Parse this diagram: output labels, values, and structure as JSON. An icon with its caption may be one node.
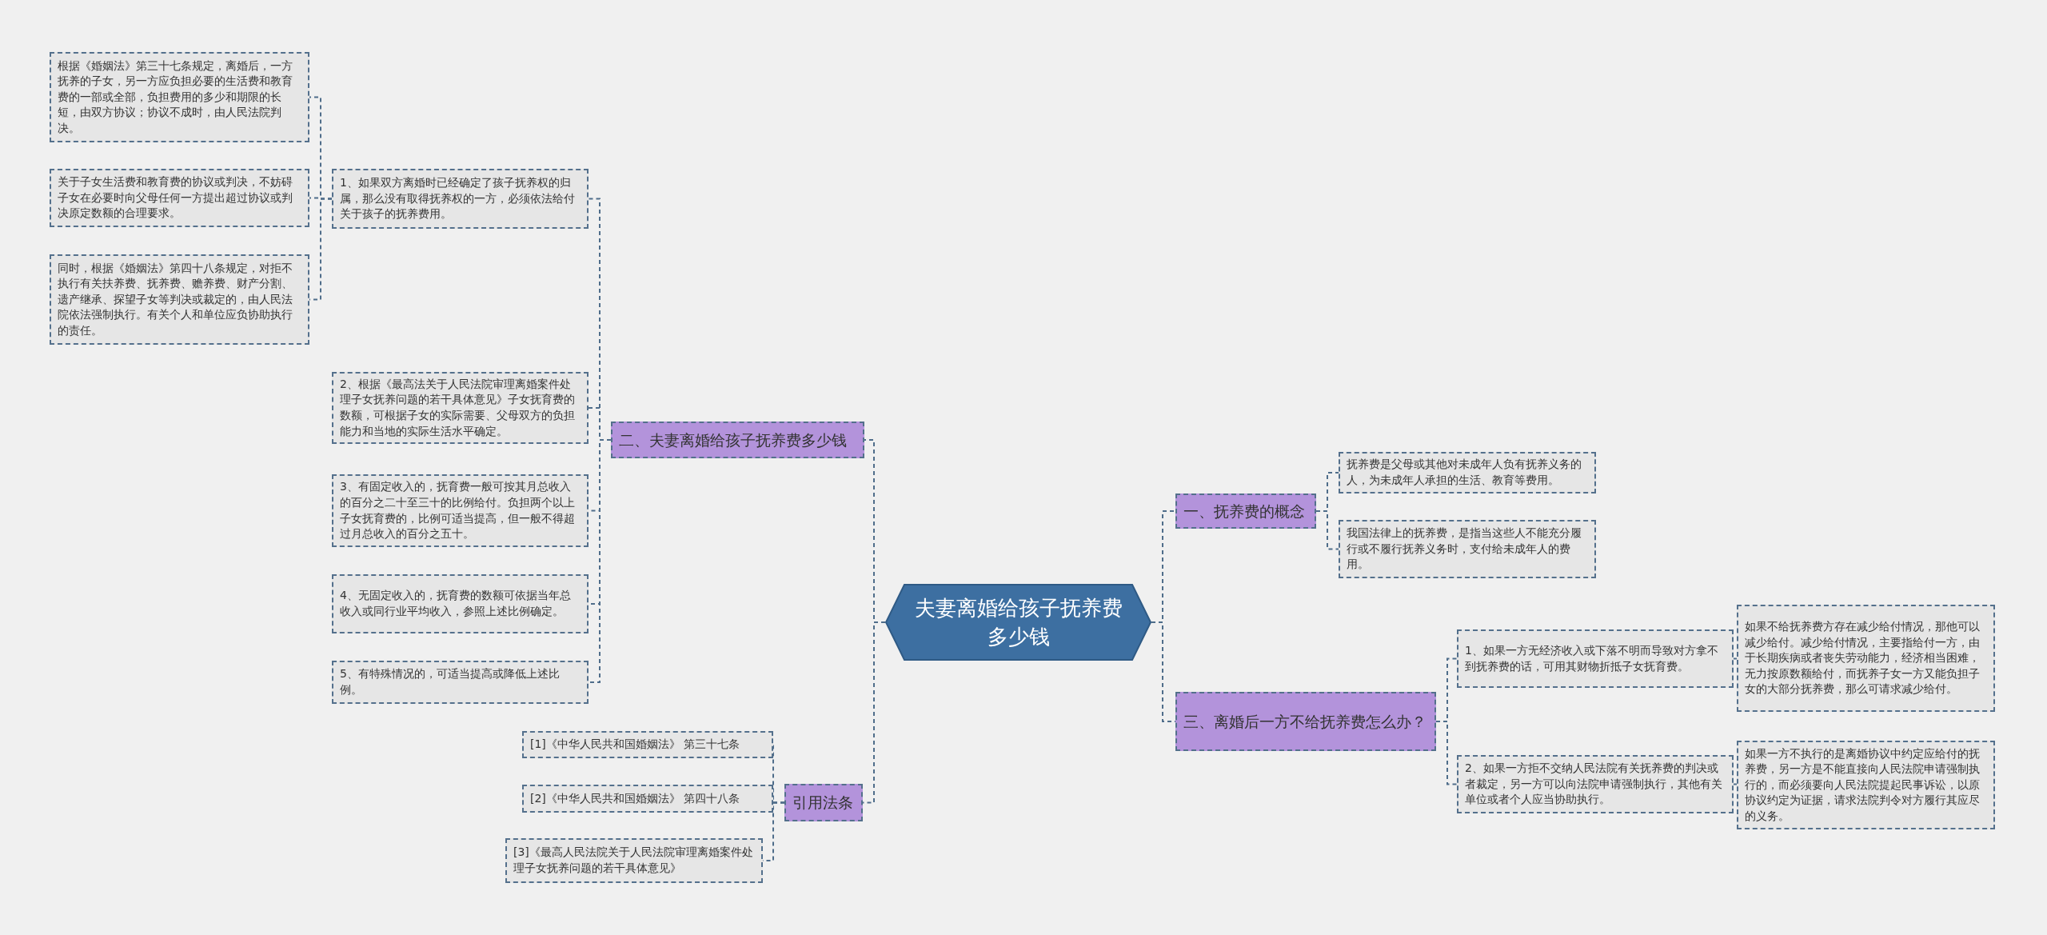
{
  "diagram": {
    "nodes": [
      {
        "text": [
          "夫妻离婚给孩子抚养费多少钱"
        ]
      },
      {
        "text": [
          "一、抚养费的概念"
        ]
      },
      {
        "text": [
          "抚养费是父母或其他对未成年人负有抚养义务的人，为未成年人承担的生活、教育等费用。"
        ]
      },
      {
        "text": [
          "我国法律上的抚养费，是指当这些人不能充分履行或不履行抚养义务时，支付给未成年人的费用。"
        ]
      },
      {
        "text": [
          "三、离婚后一方不给抚养费怎么办？"
        ]
      },
      {
        "text": [
          "1、如果一方无经济收入或下落不明而导致对方拿不到抚养费的话，可用其财物折抵子女抚育费。"
        ]
      },
      {
        "text": [
          "如果不给抚养费方存在减少给付情况，那他可以减少给付。减少给付情况，主要指给付一方，由于长期疾病或者丧失劳动能力，经济相当困难，无力按原数额给付，而抚养子女一方又能负担子女的大部分抚养费，那么可请求减少给付。"
        ]
      },
      {
        "text": [
          "2、如果一方拒不交纳人民法院有关抚养费的判决或者裁定，另一方可以向法院申请强制执行，其他有关单位或者个人应当协助执行。"
        ]
      },
      {
        "text": [
          "如果一方不执行的是离婚协议中约定应给付的抚养费，另一方是不能直接向人民法院申请强制执行的，而必须要向人民法院提起民事诉讼，以原协议约定为证据，请求法院判令对方履行其应尽的义务。"
        ]
      },
      {
        "text": [
          "二、夫妻离婚给孩子抚养费多少钱"
        ]
      },
      {
        "text": [
          "1、如果双方离婚时已经确定了孩子抚养权的归属，那么没有取得抚养权的一方，必须依法给付关于孩子的抚养费用。"
        ]
      },
      {
        "text": [
          "根据《婚姻法》第三十七条规定，离婚后，一方抚养的子女，另一方应负担必要的生活费和教育费的一部或全部，负担费用的多少和期限的长短，由双方协议；协议不成时，由人民法院判决。"
        ]
      },
      {
        "text": [
          "关于子女生活费和教育费的协议或判决，不妨碍子女在必要时向父母任何一方提出超过协议或判决原定数额的合理要求。"
        ]
      },
      {
        "text": [
          "同时，根据《婚姻法》第四十八条规定，对拒不执行有关扶养费、抚养费、赡养费、财产分割、遗产继承、探望子女等判决或裁定的，由人民法院依法强制执行。有关个人和单位应负协助执行的责任。"
        ]
      },
      {
        "text": [
          "2、根据《最高法关于人民法院审理离婚案件处理子女抚养问题的若干具体意见》子女抚育费的数额，可根据子女的实际需要、父母双方的负担能力和当地的实际生活水平确定。"
        ]
      },
      {
        "text": [
          "3、有固定收入的，抚育费一般可按其月总收入的百分之二十至三十的比例给付。负担两个以上子女抚育费的，比例可适当提高，但一般不得超过月总收入的百分之五十。"
        ]
      },
      {
        "text": [
          "4、无固定收入的，抚育费的数额可依据当年总收入或同行业平均收入，参照上述比例确定。"
        ]
      },
      {
        "text": [
          "5、有特殊情况的，可适当提高或降低上述比例。"
        ]
      },
      {
        "text": [
          "引用法条"
        ]
      },
      {
        "text": [
          "[1]《中华人民共和国婚姻法》 第三十七条"
        ]
      },
      {
        "text": [
          "[2]《中华人民共和国婚姻法》 第四十八条"
        ]
      },
      {
        "text": [
          "[3]《最高人民法院关于人民法院审理离婚案件处理子女抚养问题的若干具体意见》"
        ]
      }
    ],
    "edges": [
      {
        "from": 0,
        "to": 1,
        "arrow": "none"
      },
      {
        "from": 1,
        "to": 2,
        "arrow": "none"
      },
      {
        "from": 1,
        "to": 3,
        "arrow": "none"
      },
      {
        "from": 0,
        "to": 4,
        "arrow": "none"
      },
      {
        "from": 4,
        "to": 5,
        "arrow": "none"
      },
      {
        "from": 5,
        "to": 6,
        "arrow": "none"
      },
      {
        "from": 4,
        "to": 7,
        "arrow": "none"
      },
      {
        "from": 7,
        "to": 8,
        "arrow": "none"
      },
      {
        "from": 0,
        "to": 9,
        "arrow": "none"
      },
      {
        "from": 9,
        "to": 10,
        "arrow": "none"
      },
      {
        "from": 10,
        "to": 11,
        "arrow": "none"
      },
      {
        "from": 10,
        "to": 12,
        "arrow": "none"
      },
      {
        "from": 10,
        "to": 13,
        "arrow": "none"
      },
      {
        "from": 9,
        "to": 14,
        "arrow": "none"
      },
      {
        "from": 9,
        "to": 15,
        "arrow": "none"
      },
      {
        "from": 9,
        "to": 16,
        "arrow": "none"
      },
      {
        "from": 9,
        "to": 17,
        "arrow": "none"
      },
      {
        "from": 0,
        "to": 18,
        "arrow": "none"
      },
      {
        "from": 18,
        "to": 19,
        "arrow": "none"
      },
      {
        "from": 18,
        "to": 20,
        "arrow": "none"
      },
      {
        "from": 18,
        "to": 21,
        "arrow": "none"
      }
    ]
  }
}
